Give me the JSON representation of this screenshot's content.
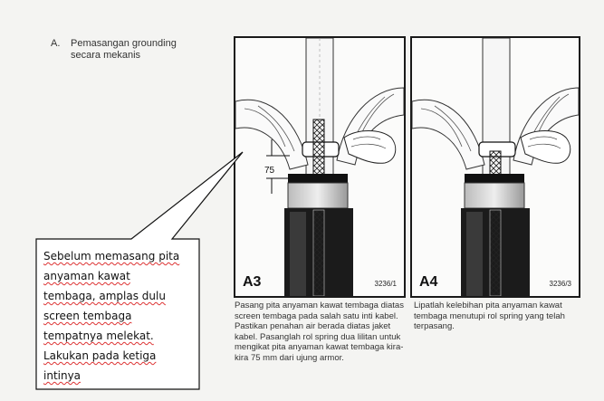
{
  "heading": {
    "letter": "A.",
    "line1": "Pemasangan grounding",
    "line2": "secara mekanis"
  },
  "panels": {
    "a3": {
      "label": "A3",
      "code": "3236/1",
      "dimension": "75"
    },
    "a4": {
      "label": "A4",
      "code": "3236/3"
    }
  },
  "captions": {
    "a3": "Pasang pita anyaman kawat tembaga diatas screen tembaga pada salah satu inti kabel. Pastikan penahan air berada diatas jaket kabel. Pasanglah rol spring dua lilitan untuk mengikat pita anyaman kawat tembaga kira-kira 75 mm dari ujung armor.",
    "a4": "Lipatlah kelebihan pita anyaman kawat tembaga menutupi rol spring yang telah terpasang."
  },
  "callout": {
    "lines": [
      "Sebelum memasang pita",
      "anyaman kawat",
      "tembaga, amplas dulu",
      "screen tembaga",
      "tempatnya melekat.",
      "Lakukan pada ketiga",
      "intinya"
    ]
  }
}
